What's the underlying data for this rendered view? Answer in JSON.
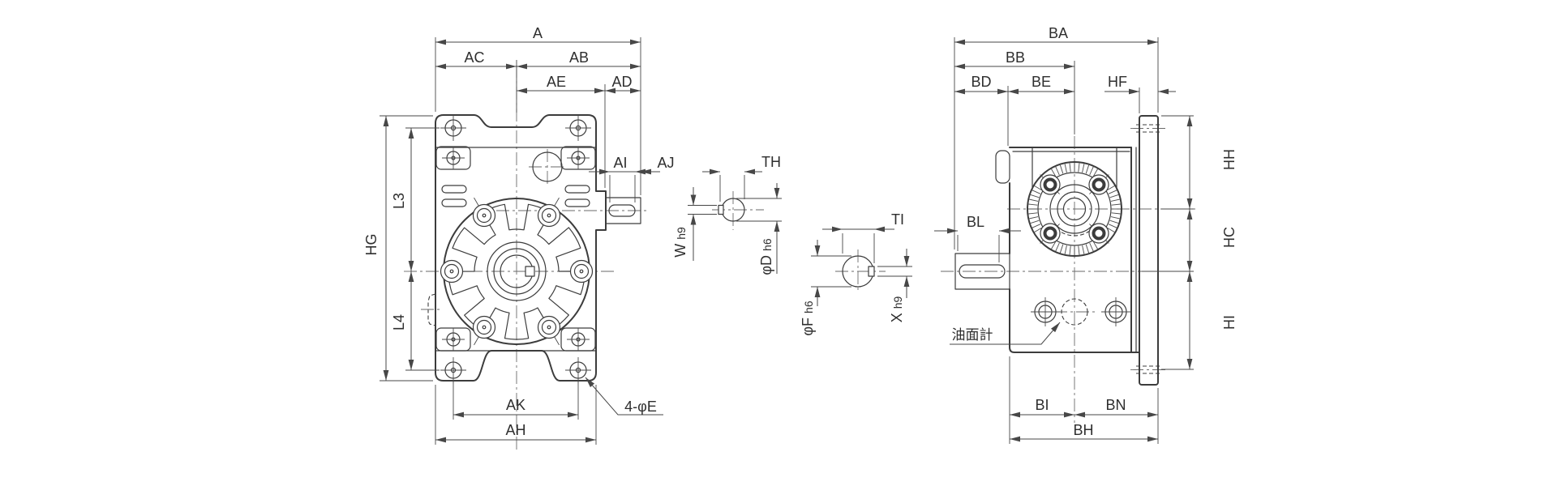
{
  "colors": {
    "background": "#ffffff",
    "drawing_line": "#3c3c3c",
    "dimension_line": "#474747",
    "label_text": "#2e2e2e"
  },
  "front_view": {
    "dims": {
      "A": "A",
      "AC": "AC",
      "AB": "AB",
      "AE": "AE",
      "AD": "AD",
      "AI": "AI",
      "AJ": "AJ",
      "HG": "HG",
      "L3": "L3",
      "L4": "L4",
      "AK": "AK",
      "AH": "AH"
    },
    "hole_note": "4-φE"
  },
  "shaft_sections": {
    "input": {
      "TH": "TH",
      "W": "W",
      "W_tol": "h9",
      "D": "φD",
      "D_tol": "h6"
    },
    "output": {
      "TI": "TI",
      "F": "φF",
      "F_tol": "h6",
      "X": "X",
      "X_tol": "h9"
    }
  },
  "side_view": {
    "dims": {
      "BA": "BA",
      "BB": "BB",
      "BD": "BD",
      "BE": "BE",
      "HF": "HF",
      "BL": "BL",
      "HH": "HH",
      "HC": "HC",
      "HI": "HI",
      "BI": "BI",
      "BN": "BN",
      "BH": "BH"
    },
    "oil_gauge_label": "油面計"
  }
}
